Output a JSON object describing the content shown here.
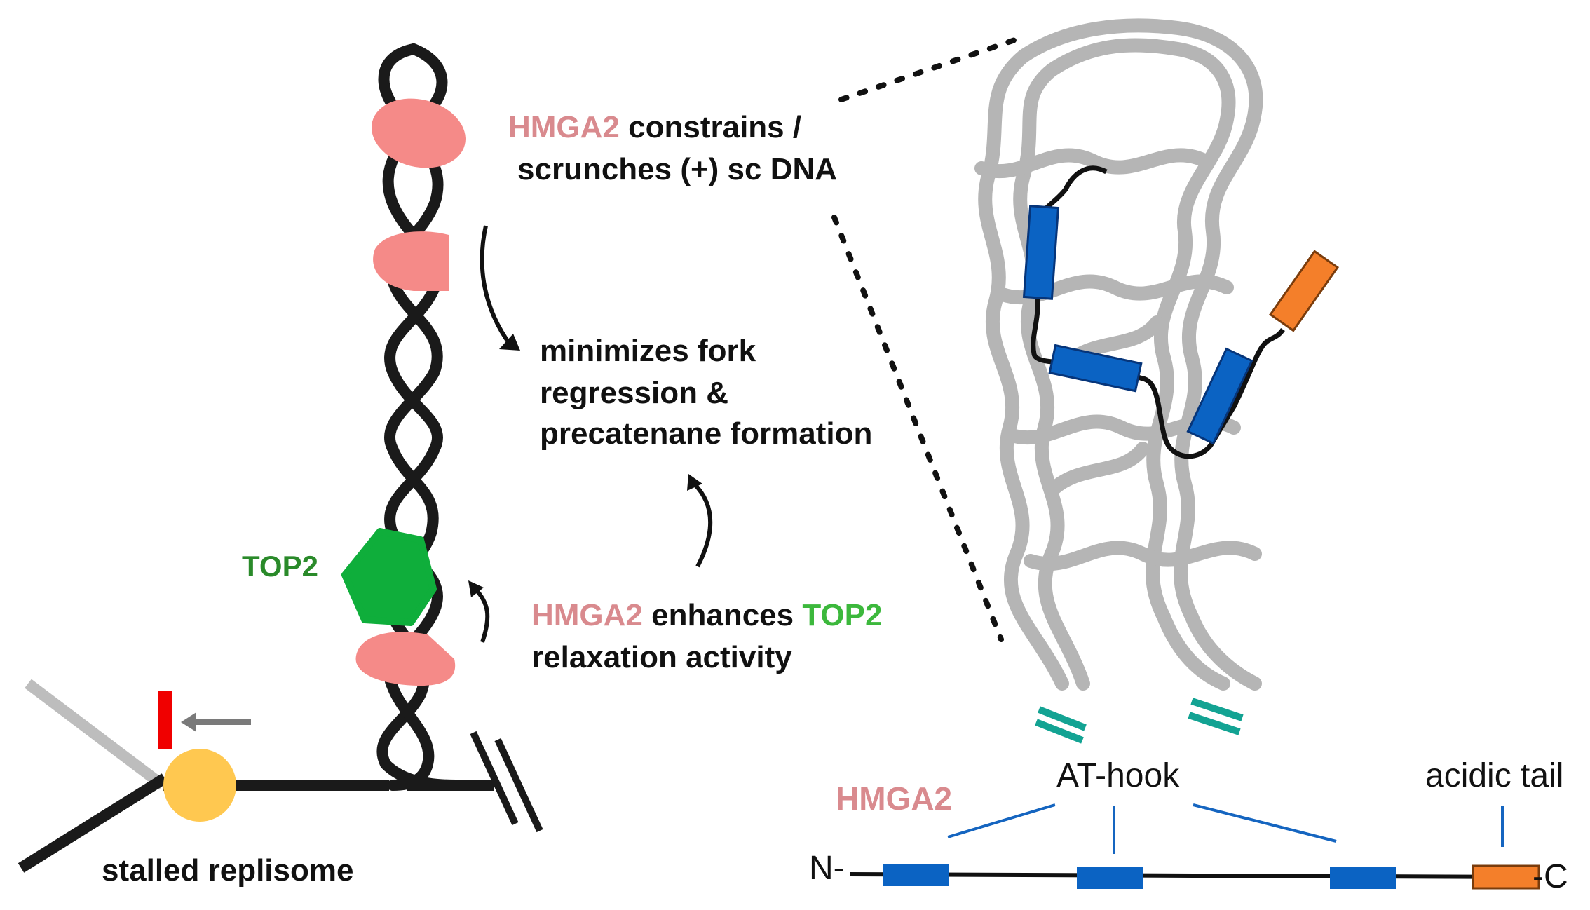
{
  "labels": {
    "hmga2_constrains_name": "HMGA2",
    "constrains_line1_rest": " constrains /",
    "constrains_line2": "scrunches (+) sc DNA",
    "minimizes_line1": "minimizes fork",
    "minimizes_line2": "regression &",
    "minimizes_line3": "precatenane formation",
    "top2_label": "TOP2",
    "enhances_hmga2": "HMGA2",
    "enhances_mid": " enhances ",
    "enhances_top2": "TOP2",
    "enhances_line2": "relaxation activity",
    "stalled_replisome": "stalled replisome",
    "at_hook": "AT-hook",
    "acidic_tail": "acidic tail",
    "hmga2_domain_label": "HMGA2",
    "n_terminus": "N-",
    "c_terminus": "-C"
  },
  "colors": {
    "hmga2_pink": "#d98a8e",
    "hmga2_blob": "#f58a88",
    "top2_green": "#2a8a2a",
    "top2_light_green": "#3cb83c",
    "top2_blob": "#0fae3b",
    "at_hook_blue": "#0b63c3",
    "acidic_orange": "#f47f2a",
    "grey_dna": "#b5b5b5",
    "teal_break": "#13a393",
    "replisome_yellow": "#ffc850",
    "block_red": "#f00000"
  }
}
